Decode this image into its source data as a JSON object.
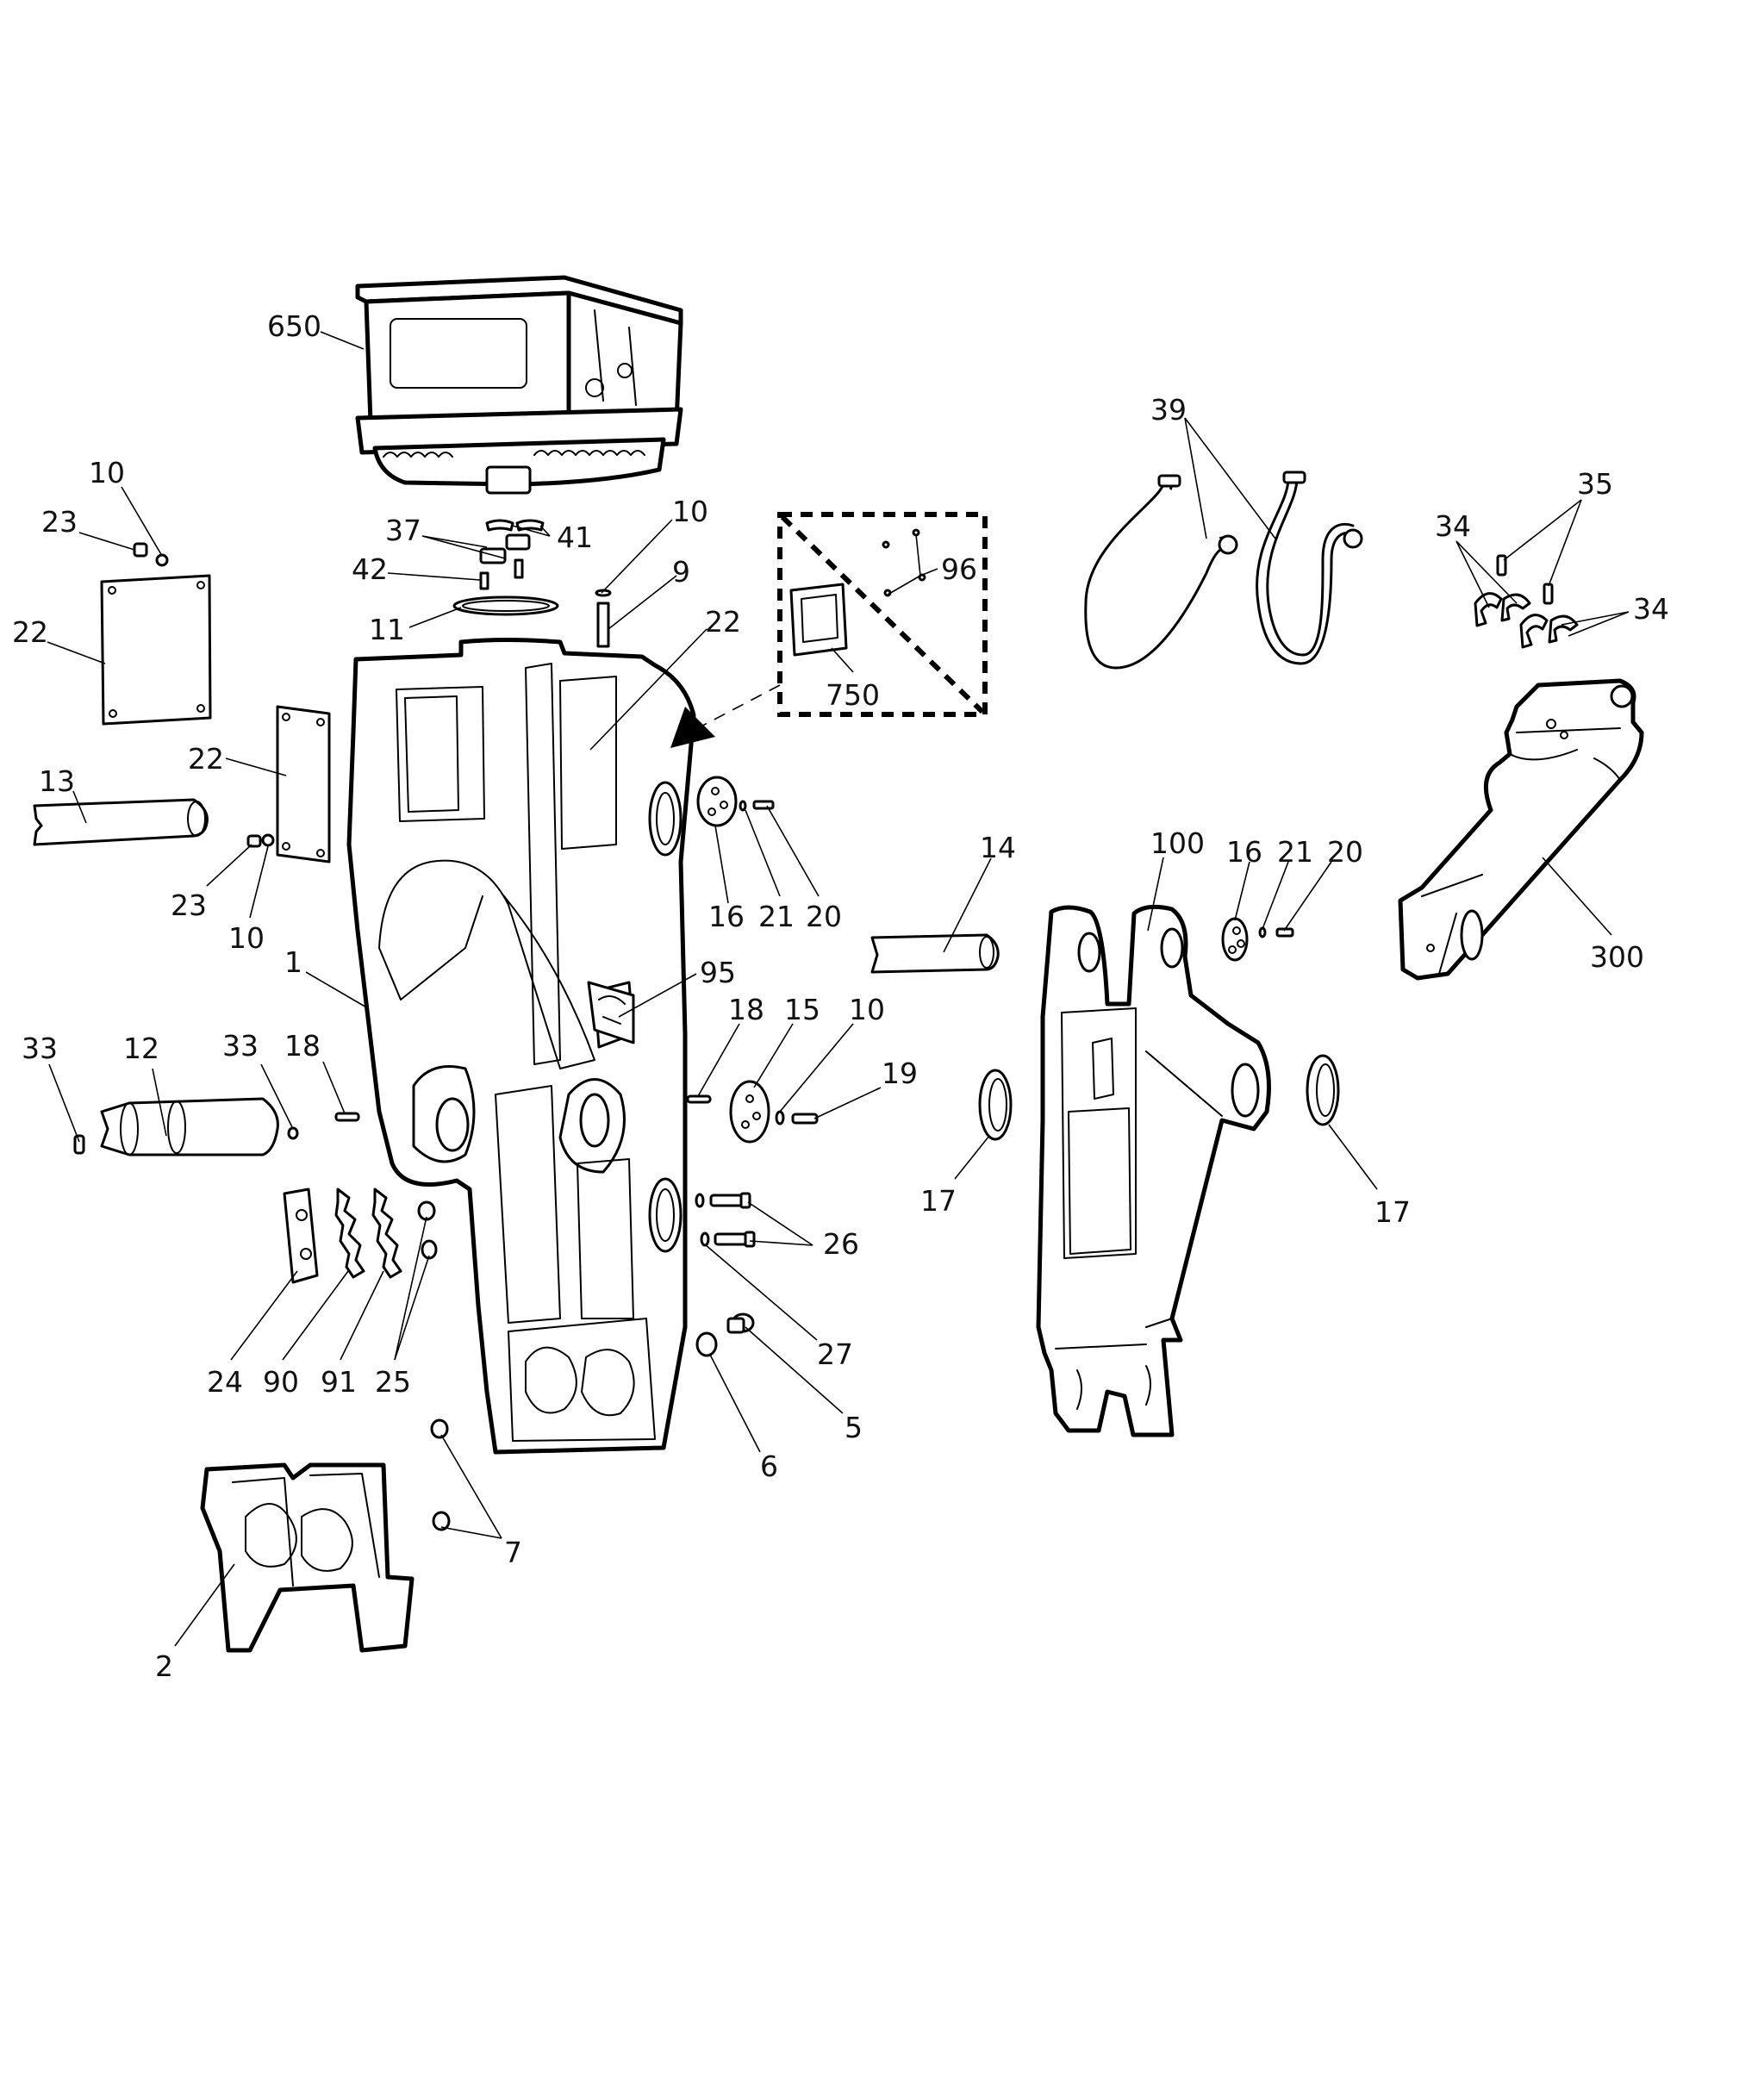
{
  "diagram": {
    "callouts": [
      {
        "id": "c650",
        "label": "650"
      },
      {
        "id": "c10a",
        "label": "10"
      },
      {
        "id": "c23a",
        "label": "23"
      },
      {
        "id": "c22a",
        "label": "22"
      },
      {
        "id": "c37",
        "label": "37"
      },
      {
        "id": "c41",
        "label": "41"
      },
      {
        "id": "c42",
        "label": "42"
      },
      {
        "id": "c10b",
        "label": "10"
      },
      {
        "id": "c9",
        "label": "9"
      },
      {
        "id": "c11",
        "label": "11"
      },
      {
        "id": "c22b",
        "label": "22"
      },
      {
        "id": "c96",
        "label": "96"
      },
      {
        "id": "c750",
        "label": "750"
      },
      {
        "id": "c39",
        "label": "39"
      },
      {
        "id": "c35",
        "label": "35"
      },
      {
        "id": "c34a",
        "label": "34"
      },
      {
        "id": "c34b",
        "label": "34"
      },
      {
        "id": "c13",
        "label": "13"
      },
      {
        "id": "c22c",
        "label": "22"
      },
      {
        "id": "c23b",
        "label": "23"
      },
      {
        "id": "c10c",
        "label": "10"
      },
      {
        "id": "c1",
        "label": "1"
      },
      {
        "id": "c16a",
        "label": "16"
      },
      {
        "id": "c21a",
        "label": "21"
      },
      {
        "id": "c20a",
        "label": "20"
      },
      {
        "id": "c14",
        "label": "14"
      },
      {
        "id": "c100",
        "label": "100"
      },
      {
        "id": "c16b",
        "label": "16"
      },
      {
        "id": "c21b",
        "label": "21"
      },
      {
        "id": "c20b",
        "label": "20"
      },
      {
        "id": "c300",
        "label": "300"
      },
      {
        "id": "c95",
        "label": "95"
      },
      {
        "id": "c33a",
        "label": "33"
      },
      {
        "id": "c12",
        "label": "12"
      },
      {
        "id": "c33b",
        "label": "33"
      },
      {
        "id": "c18a",
        "label": "18"
      },
      {
        "id": "c18b",
        "label": "18"
      },
      {
        "id": "c15",
        "label": "15"
      },
      {
        "id": "c10d",
        "label": "10"
      },
      {
        "id": "c19",
        "label": "19"
      },
      {
        "id": "c17a",
        "label": "17"
      },
      {
        "id": "c17b",
        "label": "17"
      },
      {
        "id": "c26",
        "label": "26"
      },
      {
        "id": "c27",
        "label": "27"
      },
      {
        "id": "c5",
        "label": "5"
      },
      {
        "id": "c6",
        "label": "6"
      },
      {
        "id": "c24",
        "label": "24"
      },
      {
        "id": "c90",
        "label": "90"
      },
      {
        "id": "c91",
        "label": "91"
      },
      {
        "id": "c25",
        "label": "25"
      },
      {
        "id": "c7",
        "label": "7"
      },
      {
        "id": "c2",
        "label": "2"
      }
    ]
  }
}
